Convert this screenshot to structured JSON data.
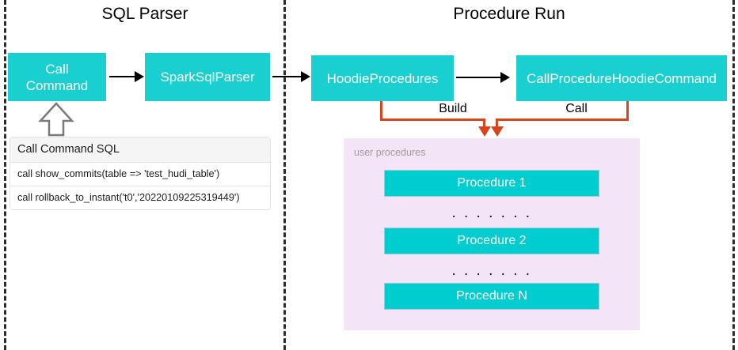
{
  "diagram": {
    "sections": [
      {
        "title": "SQL Parser"
      },
      {
        "title": "Procedure Run"
      }
    ],
    "nodes": {
      "call_command": "Call\nCommand",
      "call_command_line1": "Call",
      "call_command_line2": "Command",
      "spark_sql_parser": "SparkSqlParser",
      "hoodie_procedures": "HoodieProcedures",
      "call_procedure_hoodie_command": "CallProcedureHoodieCommand"
    },
    "sql_card": {
      "header": "Call Command SQL",
      "rows": [
        "call show_commits(table => 'test_hudi_table')",
        "call rollback_to_instant('t0','20220109225319449')"
      ]
    },
    "edge_labels": {
      "build": "Build",
      "call": "Call"
    },
    "procedures_panel": {
      "label": "user procedures",
      "items": [
        "Procedure 1",
        "Procedure 2",
        "Procedure N"
      ],
      "ellipsis": ". . . . . . .",
      "ellipsis_2": ". . . . . . ."
    },
    "colors": {
      "node_teal": "#19cfcf",
      "procedure_teal": "#00cdd0",
      "panel_lavender": "#f3e4f7",
      "connector_orange": "#d8451d",
      "divider_black": "#2b2b2b",
      "card_header_gray": "#f5f5f5",
      "panel_label_gray": "#9e9e9e"
    }
  }
}
